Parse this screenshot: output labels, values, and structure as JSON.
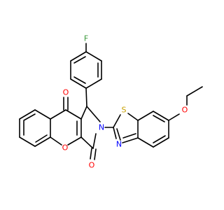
{
  "diagram": {
    "atom_labels": {
      "fluorine": "F",
      "carbonyl_top_o": "O",
      "pyran_o": "O",
      "carbonyl_right_o": "O",
      "imide_n": "N",
      "thiazole_s": "S",
      "thiazole_n": "N",
      "ether_o": "O"
    },
    "colors": {
      "carbon_bond": "#000000",
      "oxygen": "#ff0000",
      "nitrogen": "#0000ff",
      "sulfur": "#c8a000",
      "fluorine": "#3c9a3c"
    }
  }
}
